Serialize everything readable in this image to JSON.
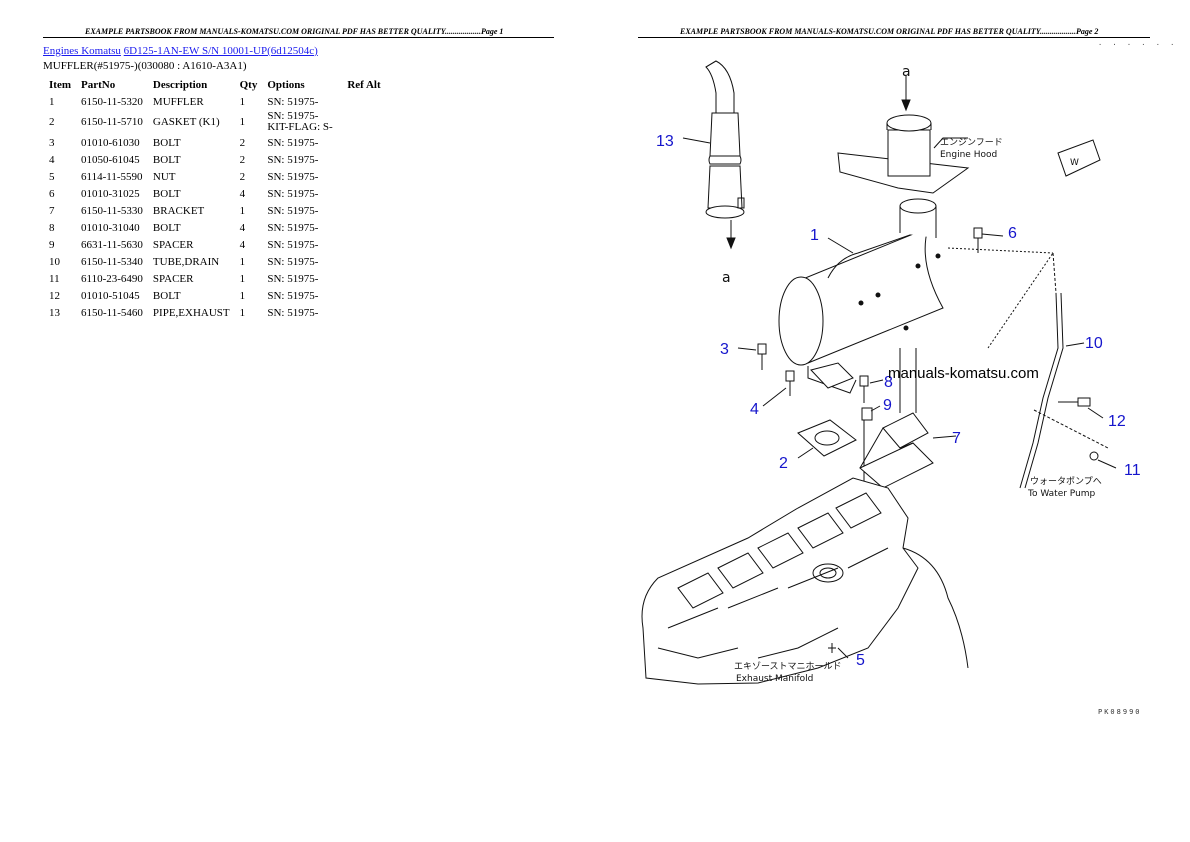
{
  "pages": [
    {
      "header": "EXAMPLE PARTSBOOK FROM MANUALS-KOMATSU.COM ORIGINAL PDF HAS BETTER QUALITY..................Page 1"
    },
    {
      "header": "EXAMPLE PARTSBOOK FROM MANUALS-KOMATSU.COM ORIGINAL PDF HAS BETTER QUALITY..................Page 2"
    }
  ],
  "breadcrumb": {
    "link1": "Engines Komatsu",
    "link2": "6D125-1AN-EW S/N 10001-UP(6d12504c)"
  },
  "subtitle": "MUFFLER(#51975-)(030080 : A1610-A3A1)",
  "table": {
    "headers": [
      "Item",
      "PartNo",
      "Description",
      "Qty",
      "Options",
      "Ref Alt"
    ],
    "rows": [
      {
        "item": "1",
        "partno": "6150-11-5320",
        "desc": "MUFFLER",
        "qty": "1",
        "options": "SN: 51975-"
      },
      {
        "item": "2",
        "partno": "6150-11-5710",
        "desc": "GASKET (K1)",
        "qty": "1",
        "options": "SN: 51975-\nKIT-FLAG: S-"
      },
      {
        "item": "3",
        "partno": "01010-61030",
        "desc": "BOLT",
        "qty": "2",
        "options": "SN: 51975-"
      },
      {
        "item": "4",
        "partno": "01050-61045",
        "desc": "BOLT",
        "qty": "2",
        "options": "SN: 51975-"
      },
      {
        "item": "5",
        "partno": "6114-11-5590",
        "desc": "NUT",
        "qty": "2",
        "options": "SN: 51975-"
      },
      {
        "item": "6",
        "partno": "01010-31025",
        "desc": "BOLT",
        "qty": "4",
        "options": "SN: 51975-"
      },
      {
        "item": "7",
        "partno": "6150-11-5330",
        "desc": "BRACKET",
        "qty": "1",
        "options": "SN: 51975-"
      },
      {
        "item": "8",
        "partno": "01010-31040",
        "desc": "BOLT",
        "qty": "4",
        "options": "SN: 51975-"
      },
      {
        "item": "9",
        "partno": "6631-11-5630",
        "desc": "SPACER",
        "qty": "4",
        "options": "SN: 51975-"
      },
      {
        "item": "10",
        "partno": "6150-11-5340",
        "desc": "TUBE,DRAIN",
        "qty": "1",
        "options": "SN: 51975-"
      },
      {
        "item": "11",
        "partno": "6110-23-6490",
        "desc": "SPACER",
        "qty": "1",
        "options": "SN: 51975-"
      },
      {
        "item": "12",
        "partno": "01010-51045",
        "desc": "BOLT",
        "qty": "1",
        "options": "SN: 51975-"
      },
      {
        "item": "13",
        "partno": "6150-11-5460",
        "desc": "PIPE,EXHAUST",
        "qty": "1",
        "options": "SN: 51975-"
      }
    ]
  },
  "diagram": {
    "callouts": [
      "13",
      "1",
      "6",
      "3",
      "4",
      "8",
      "9",
      "2",
      "7",
      "10",
      "12",
      "11",
      "5"
    ],
    "ref_a_top": "a",
    "ref_a_bottom": "a",
    "engine_hood_jp": "エンジンフード",
    "engine_hood_en": "Engine Hood",
    "water_pump_jp": "ウォータポンプへ",
    "water_pump_en": "To Water Pump",
    "exhaust_jp": "エキゾーストマニホールド",
    "exhaust_en": "Exhaust Manifold",
    "watermark": "manuals-komatsu.com",
    "figure_code": "PK08990",
    "header_dots": "· · · · · ·",
    "callout_color": "#1515cc"
  }
}
